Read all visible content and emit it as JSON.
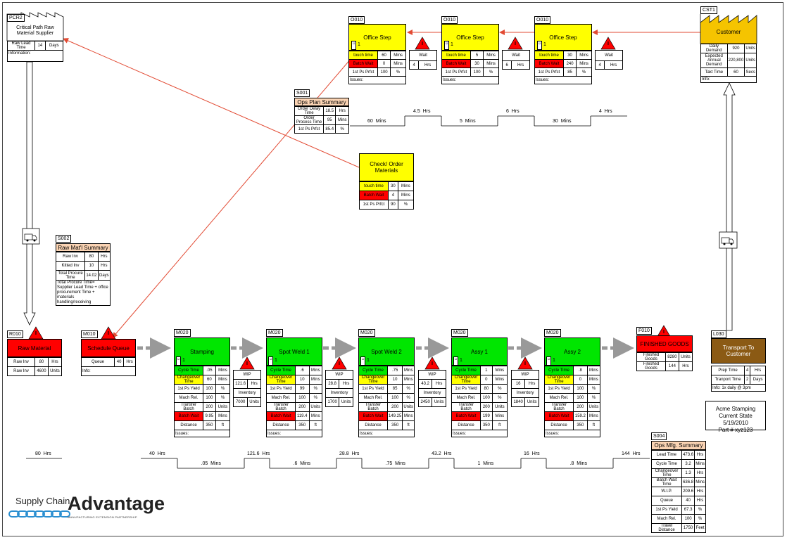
{
  "supplier": {
    "code": "PCR2",
    "name": "Critical Path Raw Material Supplier",
    "rows": [
      [
        "Raw Lead Time",
        "14",
        "Days"
      ]
    ],
    "info": "Information:"
  },
  "customer": {
    "code": "CST1",
    "name": "Customer",
    "rows": [
      [
        "Daily Demand",
        "920",
        "Units"
      ],
      [
        "Expected Annual Demand",
        "220,800",
        "Units"
      ],
      [
        "Takt Time",
        "60",
        "Secs"
      ]
    ],
    "info": "Info:"
  },
  "office": [
    {
      "code": "O010",
      "name": "Office Step",
      "ops": "1",
      "rows": [
        [
          "touch time",
          "60",
          "Mins"
        ],
        [
          "Batch Wait",
          "0",
          "Mins"
        ],
        [
          "1st Ps Prfct",
          "100",
          "%"
        ]
      ],
      "issues": "Issues:"
    },
    {
      "code": "O010",
      "name": "Office Step",
      "ops": "1",
      "rows": [
        [
          "touch time",
          "5",
          "Mins"
        ],
        [
          "Batch Wait",
          "30",
          "Mins"
        ],
        [
          "1st Ps Prfct",
          "100",
          "%"
        ]
      ],
      "issues": "Issues:"
    },
    {
      "code": "O010",
      "name": "Office Step",
      "ops": "1",
      "rows": [
        [
          "touch time",
          "30",
          "Mins"
        ],
        [
          "Batch Wait",
          "240",
          "Mins"
        ],
        [
          "1st Ps Prfct",
          "85",
          "%"
        ]
      ],
      "issues": "Issues:"
    }
  ],
  "waits": [
    {
      "label": "Wait",
      "value": "4",
      "unit": "Hrs"
    },
    {
      "label": "Wait",
      "value": "6",
      "unit": "Hrs"
    },
    {
      "label": "Wait",
      "value": "4",
      "unit": "Hrs"
    }
  ],
  "ops_plan": {
    "code": "S001",
    "title": "Ops Plan Summary",
    "rows": [
      [
        "Order Delay Time",
        "18.5",
        "Hrs"
      ],
      [
        "Order Process Time",
        "95",
        "Mins"
      ],
      [
        "1st Ps Prfct",
        "85.4",
        "%"
      ]
    ]
  },
  "office_timeline": {
    "segments": [
      {
        "value": "60",
        "unit": "Mins",
        "level": "low"
      },
      {
        "value": "4.5",
        "unit": "Hrs",
        "level": "high"
      },
      {
        "value": "5",
        "unit": "Mins",
        "level": "low"
      },
      {
        "value": "6",
        "unit": "Hrs",
        "level": "high"
      },
      {
        "value": "30",
        "unit": "Mins",
        "level": "low"
      },
      {
        "value": "4",
        "unit": "Hrs",
        "level": "high"
      }
    ]
  },
  "check_order": {
    "name": "Check/ Order Materials",
    "rows": [
      [
        "touch time",
        "30",
        "Mins"
      ],
      [
        "Batch Wait",
        "4",
        "Mins"
      ],
      [
        "1st Ps Prfct",
        "90",
        "%"
      ]
    ]
  },
  "raw_summary": {
    "code": "S002",
    "title": "Raw Mat'l Summary",
    "rows": [
      [
        "Raw Inv",
        "80",
        "Hrs"
      ],
      [
        "Kitted Inv",
        "10",
        "Hrs"
      ],
      [
        "Total Procure Time",
        "14.02",
        "Days"
      ]
    ],
    "note": "Total Procure Time= Supplier Lead Time + office procurement Time + materials handling/receiving"
  },
  "raw_material": {
    "code": "R010",
    "name": "Raw Material",
    "rows": [
      [
        "Raw Inv",
        "80",
        "Hrs"
      ],
      [
        "Raw Inv",
        "4600",
        "Units"
      ]
    ]
  },
  "schedule": {
    "code": "M010",
    "name": "Schedule Queue",
    "rows": [
      [
        "Queue",
        "40",
        "Hrs"
      ]
    ],
    "info": "Info:"
  },
  "processes": [
    {
      "code": "M020",
      "name": "Stamping",
      "ops": "1",
      "rows": [
        [
          "Cycle Time",
          ".05",
          "Mins"
        ],
        [
          "Changeover Time",
          "60",
          "Mins"
        ],
        [
          "1st Ps Yield",
          "100",
          "%"
        ],
        [
          "Mach Rel.",
          "100",
          "%"
        ],
        [
          "Transfer Batch",
          "200",
          "Units"
        ],
        [
          "Batch Wait",
          "9.95",
          "Mins"
        ],
        [
          "Distance",
          "350",
          "ft"
        ]
      ],
      "issues": "Issues:"
    },
    {
      "code": "M020",
      "name": "Spot Weld 1",
      "ops": "1",
      "rows": [
        [
          "Cycle Time",
          ".6",
          "Mins"
        ],
        [
          "Changeover Time",
          "10",
          "Mins"
        ],
        [
          "1st Ps Yield",
          "99",
          "%"
        ],
        [
          "Mach Rel.",
          "100",
          "%"
        ],
        [
          "Transfer Batch",
          "200",
          "Units"
        ],
        [
          "Batch Wait",
          "119.4",
          "Mins"
        ],
        [
          "Distance",
          "350",
          "ft"
        ]
      ],
      "issues": "Issues:"
    },
    {
      "code": "M020",
      "name": "Spot Weld 2",
      "ops": "1",
      "rows": [
        [
          "Cycle Time",
          ".75",
          "Mins"
        ],
        [
          "Changeover Time",
          "10",
          "Mins"
        ],
        [
          "1st Ps Yield",
          "85",
          "%"
        ],
        [
          "Mach Rel.",
          "100",
          "%"
        ],
        [
          "Transfer Batch",
          "200",
          "Units"
        ],
        [
          "Batch Wait",
          "149.25",
          "Mins"
        ],
        [
          "Distance",
          "350",
          "ft"
        ]
      ],
      "issues": "Issues:"
    },
    {
      "code": "M020",
      "name": "Assy 1",
      "ops": "1",
      "rows": [
        [
          "Cycle Time",
          "1",
          "Mins"
        ],
        [
          "Changeover Time",
          "0",
          "Mins"
        ],
        [
          "1st Ps Yield",
          "80",
          "%"
        ],
        [
          "Mach Rel.",
          "100",
          "%"
        ],
        [
          "Transfer Batch",
          "200",
          "Units"
        ],
        [
          "Batch Wait",
          "199",
          "Mins"
        ],
        [
          "Distance",
          "350",
          "ft"
        ]
      ],
      "issues": "Issues:"
    },
    {
      "code": "M020",
      "name": "Assy 2",
      "ops": "1",
      "rows": [
        [
          "Cycle Time",
          ".8",
          "Mins"
        ],
        [
          "Changeover Time",
          "0",
          "Mins"
        ],
        [
          "1st Ps Yield",
          "100",
          "%"
        ],
        [
          "Mach Rel.",
          "100",
          "%"
        ],
        [
          "Transfer Batch",
          "200",
          "Units"
        ],
        [
          "Batch Wait",
          "159.2",
          "Mins"
        ],
        [
          "Distance",
          "350",
          "ft"
        ]
      ],
      "issues": "Issues:"
    }
  ],
  "wips": [
    {
      "label": "WIP",
      "rows": [
        [
          "121.6",
          "Hrs"
        ],
        [
          "Inventory",
          ""
        ],
        [
          "7000",
          "Units"
        ]
      ]
    },
    {
      "label": "WIP",
      "rows": [
        [
          "28.8",
          "Hrs"
        ],
        [
          "Inventory",
          ""
        ],
        [
          "1700",
          "Units"
        ]
      ]
    },
    {
      "label": "WIP",
      "rows": [
        [
          "43.2",
          "Hrs"
        ],
        [
          "Inventory",
          ""
        ],
        [
          "2450",
          "Units"
        ]
      ]
    },
    {
      "label": "WIP",
      "rows": [
        [
          "16",
          "Hrs"
        ],
        [
          "Inventory",
          ""
        ],
        [
          "1840",
          "Units"
        ]
      ]
    }
  ],
  "finished": {
    "code": "F010",
    "name": "FINISHED GOODS",
    "rows": [
      [
        "Finished Goods",
        "8280",
        "Units"
      ],
      [
        "Finished Goods",
        "144",
        "Hrs"
      ]
    ]
  },
  "transport": {
    "code": "L030",
    "name": "Transport To Customer",
    "rows": [
      [
        "Prep Time",
        "4",
        "Hrs"
      ],
      [
        "Tranport Time",
        "2",
        "Days"
      ]
    ],
    "info": "Info: 1x daily @ 3pm"
  },
  "acme": {
    "line1": "Acme Stamping",
    "line2": "Current State 5/19/2010",
    "line3": "Part # xyz123"
  },
  "mfg_summary": {
    "code": "S004",
    "title": "Ops Mfg. Summary",
    "rows": [
      [
        "Lead Time",
        "473.6",
        "Hrs"
      ],
      [
        "Cycle Time",
        "3.2",
        "Mins"
      ],
      [
        "Changeover Time",
        "1.3",
        "Hrs"
      ],
      [
        "Batch Wait Time",
        "636.8",
        "Mins"
      ],
      [
        "W.I.P.",
        "209.6",
        "Hrs"
      ],
      [
        "Queue",
        "40",
        "Hrs"
      ],
      [
        "1st Ps Yield",
        "67.3",
        "%"
      ],
      [
        "Mach Rel.",
        "100",
        "%"
      ],
      [
        "Travel Distance",
        "1750",
        "Feet"
      ]
    ]
  },
  "raw_timeline": {
    "value": "80",
    "unit": "Hrs"
  },
  "mfg_timeline": {
    "segments": [
      {
        "value": "40",
        "unit": "Hrs",
        "level": "high"
      },
      {
        "value": ".05",
        "unit": "Mins",
        "level": "low"
      },
      {
        "value": "121.6",
        "unit": "Hrs",
        "level": "high"
      },
      {
        "value": ".6",
        "unit": "Mins",
        "level": "low"
      },
      {
        "value": "28.8",
        "unit": "Hrs",
        "level": "high"
      },
      {
        "value": ".75",
        "unit": "Mins",
        "level": "low"
      },
      {
        "value": "43.2",
        "unit": "Hrs",
        "level": "high"
      },
      {
        "value": "1",
        "unit": "Mins",
        "level": "low"
      },
      {
        "value": "16",
        "unit": "Hrs",
        "level": "high"
      },
      {
        "value": ".8",
        "unit": "Mins",
        "level": "low"
      },
      {
        "value": "144",
        "unit": "Hrs",
        "level": "high"
      }
    ]
  },
  "triangle_mark": "I",
  "logo": {
    "top": "Supply Chain",
    "big": "Advantage",
    "sub": "MANUFACTURING EXTENSION PARTNERSHIP"
  },
  "colors": {
    "process": "#00e600",
    "office": "#ffff00",
    "red": "#ff0000",
    "summary": "#fbd4b4",
    "transport": "#8b5a14",
    "customer": "#f5c400",
    "arrow": "#e24a33",
    "push": "#999999"
  }
}
